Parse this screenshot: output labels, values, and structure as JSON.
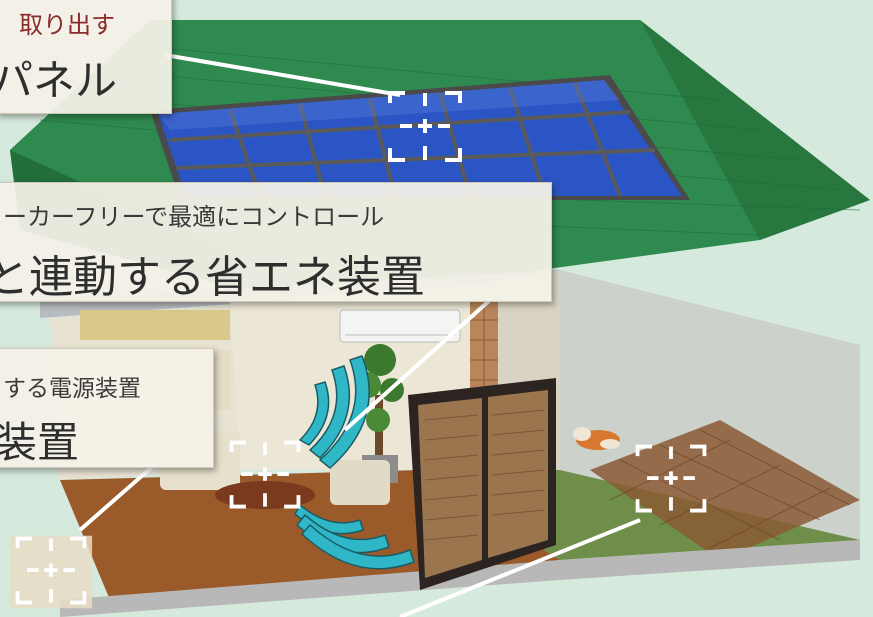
{
  "callouts": {
    "solar": {
      "sub": "取り出す",
      "main": "パネル"
    },
    "energy": {
      "sub": "ーカーフリーで最適にコントロール",
      "main": "と連動する省エネ装置"
    },
    "power": {
      "sub": "する電源装置",
      "main": "装置"
    }
  },
  "icons": {
    "target": "crosshair-target-icon",
    "signal": "wireless-signal-icon"
  },
  "colors": {
    "roof": "#2f8a4f",
    "solar_panel": "#2b55c4",
    "floor_wood": "#9a5a2a",
    "tatami": "#6f8e4a",
    "callout_bg": "#f4f1e8",
    "signal_wave": "#2fb7c7"
  }
}
